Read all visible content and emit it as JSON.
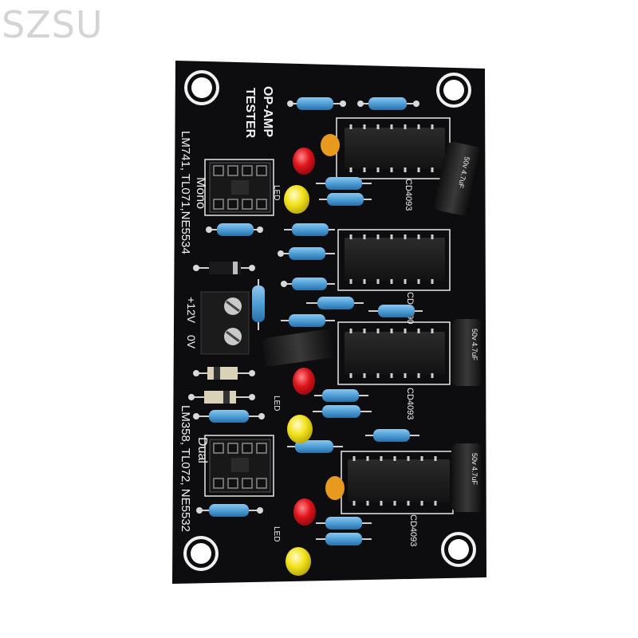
{
  "watermark": "SZSU",
  "board": {
    "title_line1": "OP-AMP",
    "title_line2": "TESTER",
    "mono_label": "Mono",
    "mono_models": "LM741, TL071,NE5534",
    "dual_label": "Dual",
    "dual_models": "LM358, TL072, NE5532",
    "power_plus": "+12V",
    "power_zero": "0V",
    "led_label": "LED",
    "chips": [
      "CD4093",
      "CD4090",
      "CD4093",
      "CD4093"
    ],
    "cap_label": "50v 4.7uF",
    "colors": {
      "pcb": "#0d0d0f",
      "silkscreen": "#f2f2f2",
      "resistor_body": "#4d9fd6",
      "led_red": "#e0141c",
      "led_yellow": "#f2e21a",
      "ceramic_cap": "#e79a1e"
    }
  }
}
